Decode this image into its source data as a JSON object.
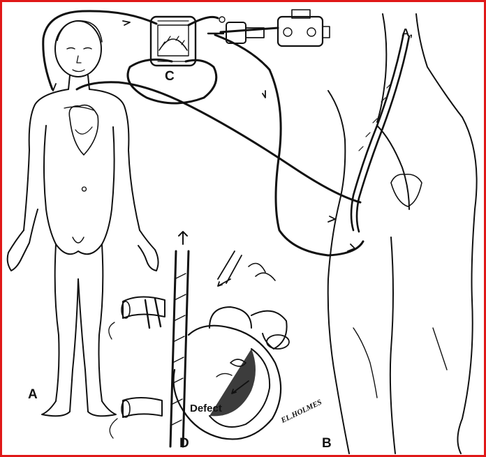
{
  "colors": {
    "frame_border": "#e01818",
    "ink": "#111111",
    "paper": "#ffffff"
  },
  "labels": {
    "panel_a": "A",
    "panel_a_prime": "A,",
    "panel_b": "B",
    "panel_c": "C",
    "panel_d": "D",
    "defect": "Defect"
  },
  "signature": "EL.HOLMES"
}
